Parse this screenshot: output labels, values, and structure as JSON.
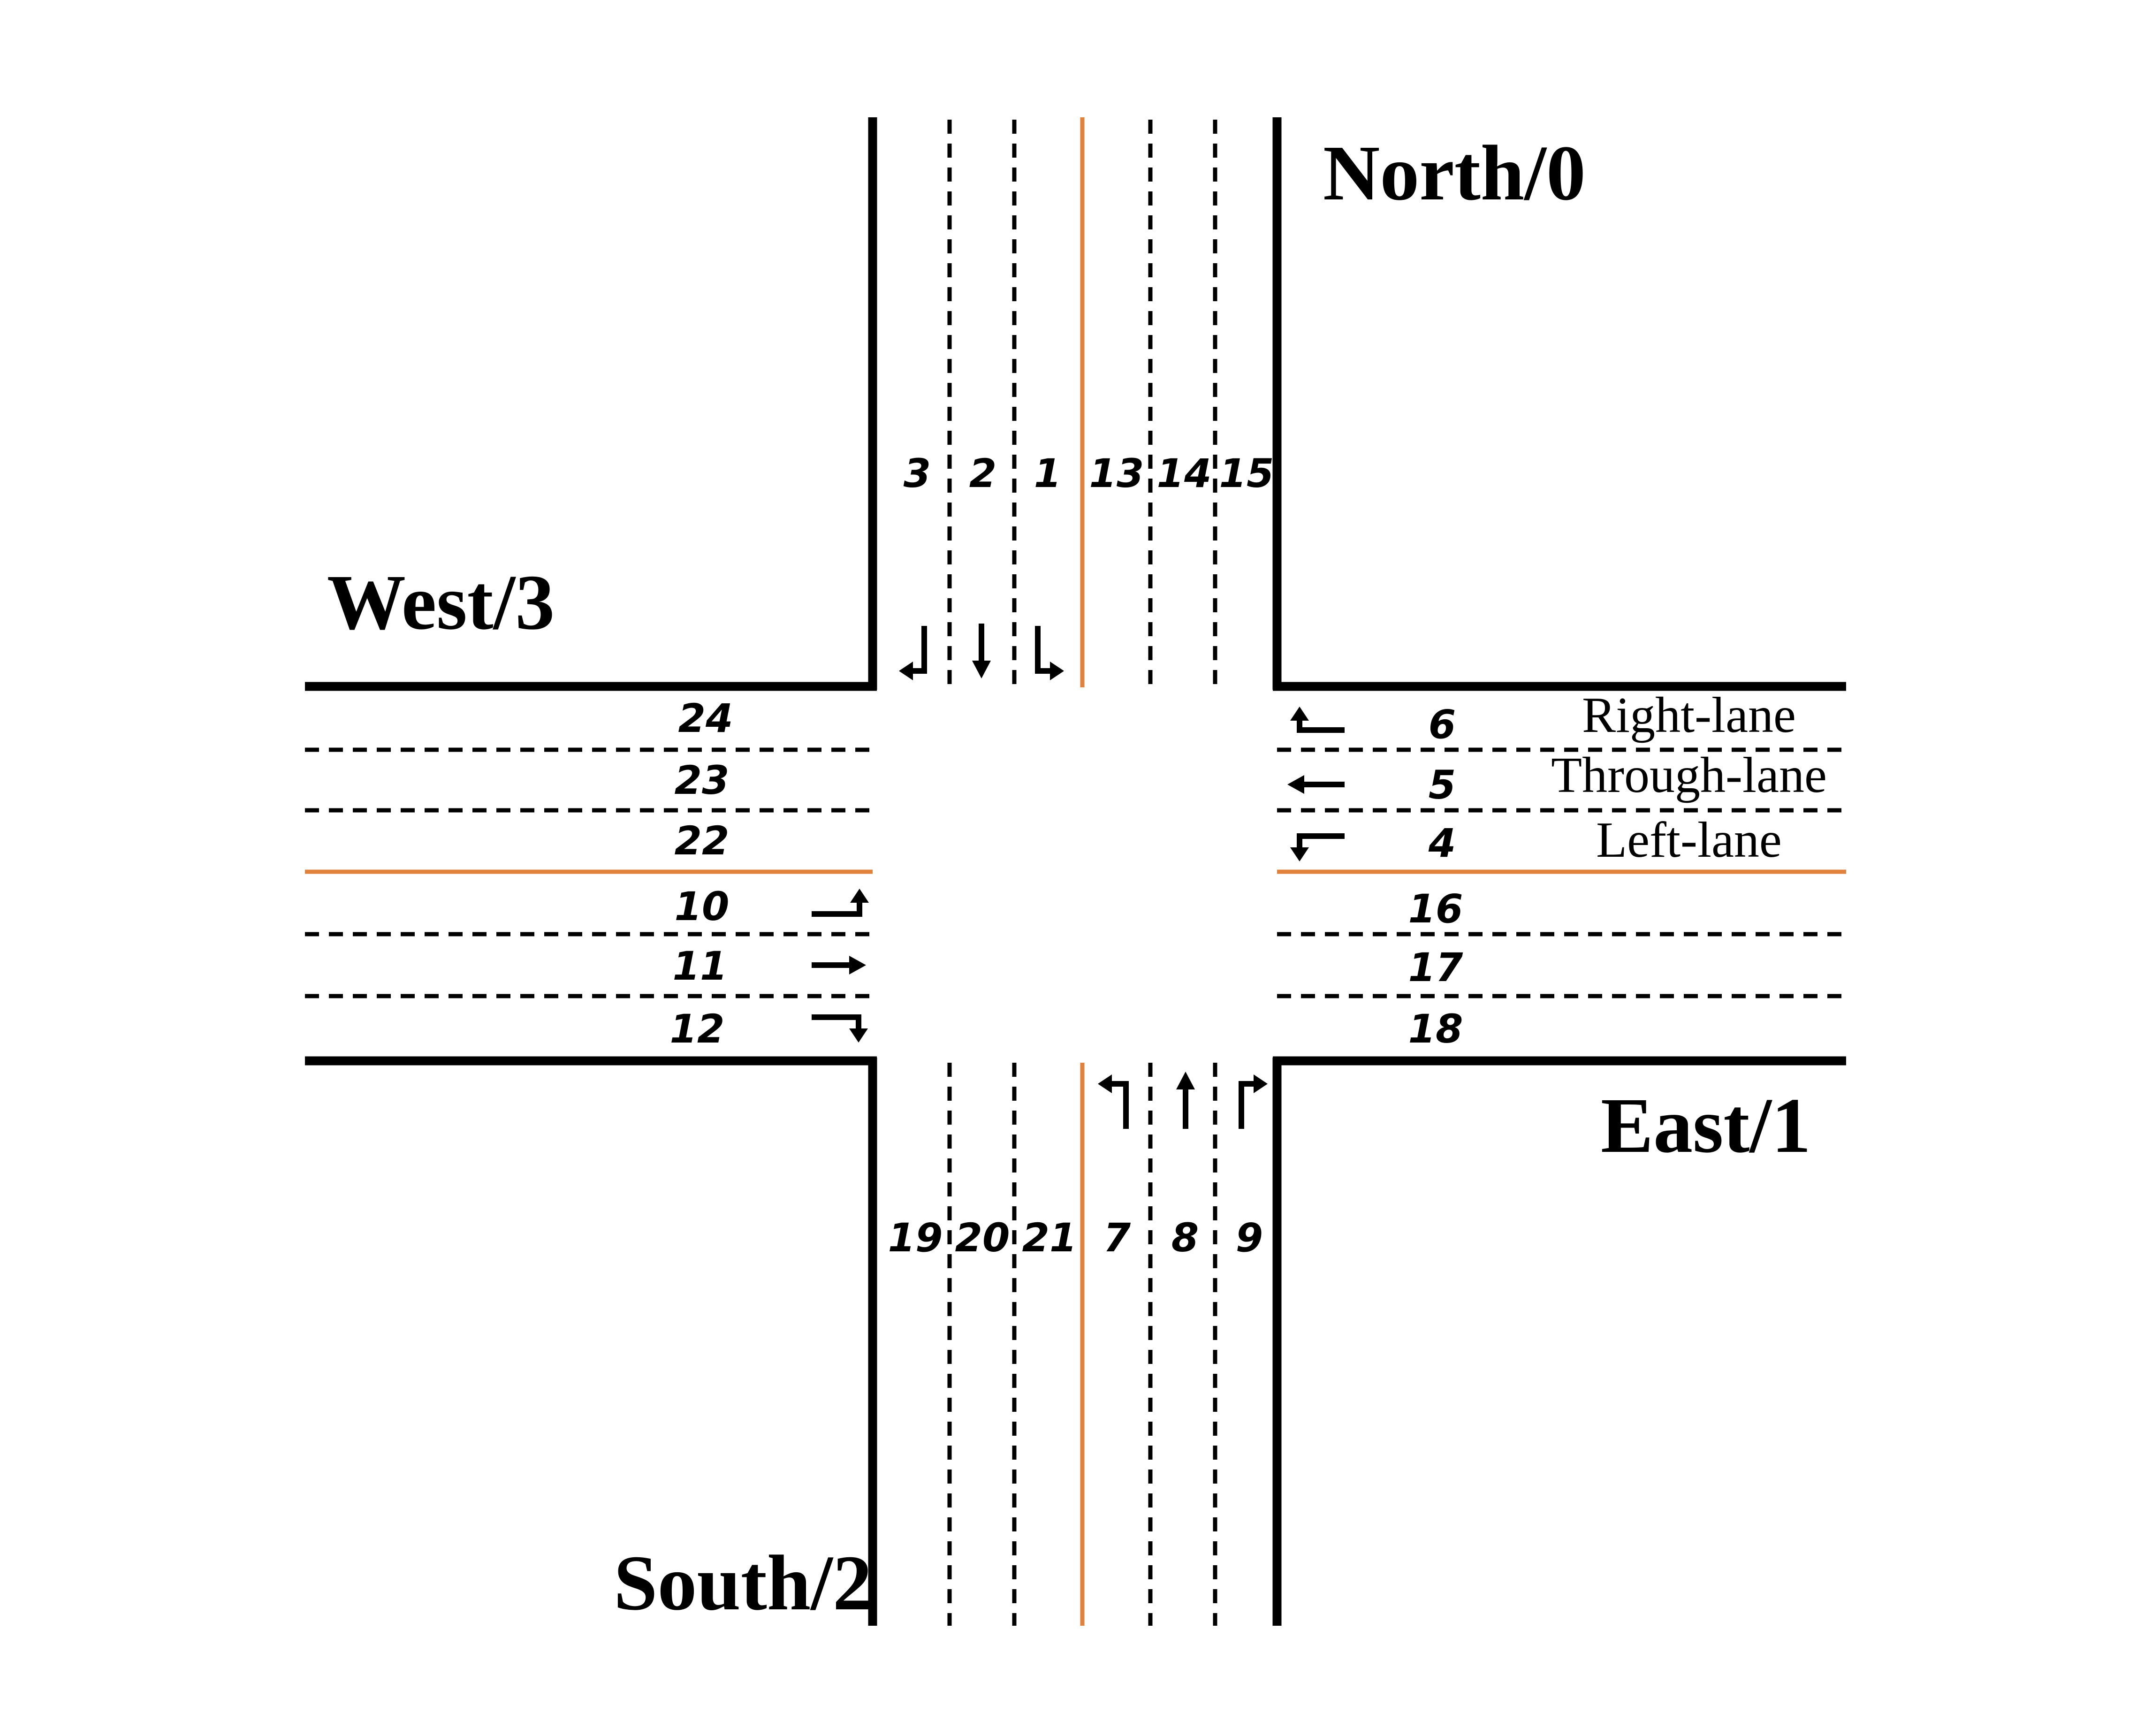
{
  "colors": {
    "road_edge": "#000000",
    "lane_divider": "#000000",
    "center_line": "#e0823c",
    "background": "#ffffff"
  },
  "approaches": {
    "north": "North/0",
    "east": "East/1",
    "south": "South/2",
    "west": "West/3"
  },
  "legend": {
    "right": "Right-lane",
    "through": "Through-lane",
    "left": "Left-lane"
  },
  "lanes": {
    "north_in": [
      "3",
      "2",
      "1"
    ],
    "north_out": [
      "13",
      "14",
      "15"
    ],
    "east_in": [
      "6",
      "5",
      "4"
    ],
    "east_out": [
      "16",
      "17",
      "18"
    ],
    "south_in": [
      "7",
      "8",
      "9"
    ],
    "south_out": [
      "19",
      "20",
      "21"
    ],
    "west_in": [
      "10",
      "11",
      "12"
    ],
    "west_out": [
      "24",
      "23",
      "22"
    ]
  },
  "arrows": {
    "north": [
      "right-turn-icon",
      "through-icon",
      "left-turn-icon"
    ],
    "east": [
      "right-turn-icon",
      "through-icon",
      "left-turn-icon"
    ],
    "south": [
      "left-turn-icon",
      "through-icon",
      "right-turn-icon"
    ],
    "west": [
      "left-turn-icon",
      "through-icon",
      "right-turn-icon"
    ]
  }
}
